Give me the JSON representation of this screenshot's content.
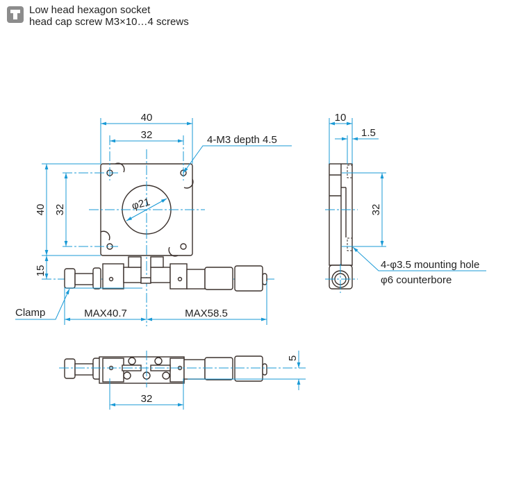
{
  "note": {
    "icon": "screw-icon",
    "line1": "Low head hexagon socket",
    "line2": "head cap screw M3×10…4 screws"
  },
  "top_view": {
    "width_40": "40",
    "width_32": "32",
    "height_40": "40",
    "height_32": "32",
    "offset_15": "15",
    "bore": "φ21",
    "tap_holes": "4-M3 depth 4.5",
    "clamp": "Clamp",
    "max_left": "MAX40.7",
    "max_right": "MAX58.5"
  },
  "side_view": {
    "thickness_10": "10",
    "step_1_5": "1.5",
    "pitch_32": "32",
    "mounting_hole": "4-φ3.5 mounting hole",
    "counterbore": "φ6 counterbore"
  },
  "bottom_view": {
    "pitch_32": "32",
    "offset_5": "5"
  },
  "colors": {
    "dimension": "#1a9ad6",
    "outline": "#3a302c"
  }
}
